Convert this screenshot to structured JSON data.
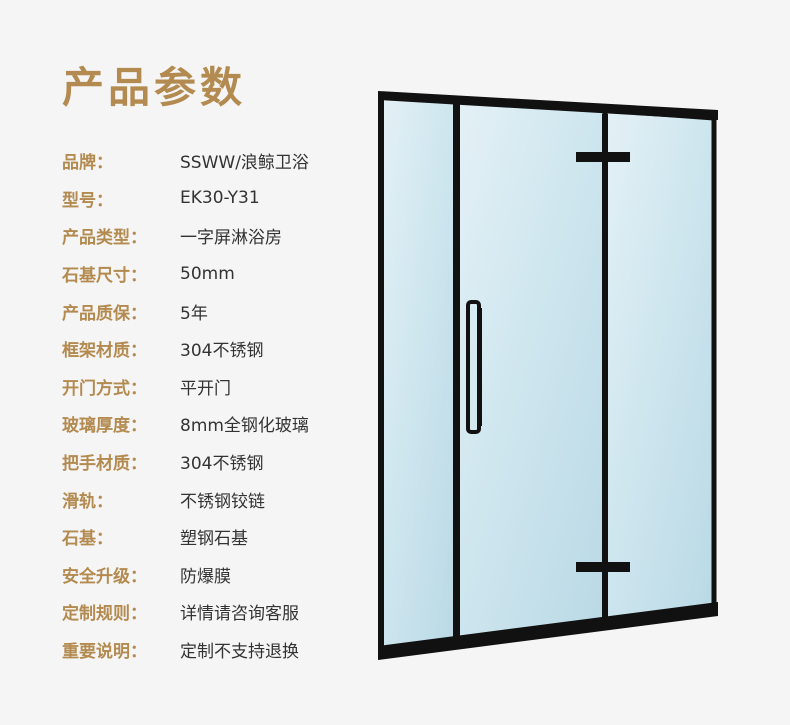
{
  "title": "产品参数",
  "specs": [
    {
      "label": "品牌：",
      "value": "SSWW/浪鲸卫浴"
    },
    {
      "label": "型号：",
      "value": "EK30-Y31"
    },
    {
      "label": "产品类型：",
      "value": "一字屏淋浴房"
    },
    {
      "label": "石基尺寸：",
      "value": "50mm"
    },
    {
      "label": "产品质保：",
      "value": "5年"
    },
    {
      "label": "框架材质：",
      "value": "304不锈钢"
    },
    {
      "label": "开门方式：",
      "value": "平开门"
    },
    {
      "label": "玻璃厚度：",
      "value": "8mm全钢化玻璃"
    },
    {
      "label": "把手材质：",
      "value": "304不锈钢"
    },
    {
      "label": "滑轨：",
      "value": "不锈钢铰链"
    },
    {
      "label": "石基：",
      "value": "塑钢石基"
    },
    {
      "label": "安全升级：",
      "value": "防爆膜"
    },
    {
      "label": "定制规则：",
      "value": "详情请咨询客服"
    },
    {
      "label": "重要说明：",
      "value": "定制不支持退换"
    }
  ],
  "colors": {
    "accent": "#b38a4f",
    "text": "#333333",
    "background": "#f5f5f5",
    "frame": "#111111",
    "glass": "#cfe6ef"
  },
  "image": {
    "subject": "shower-enclosure-photo"
  }
}
